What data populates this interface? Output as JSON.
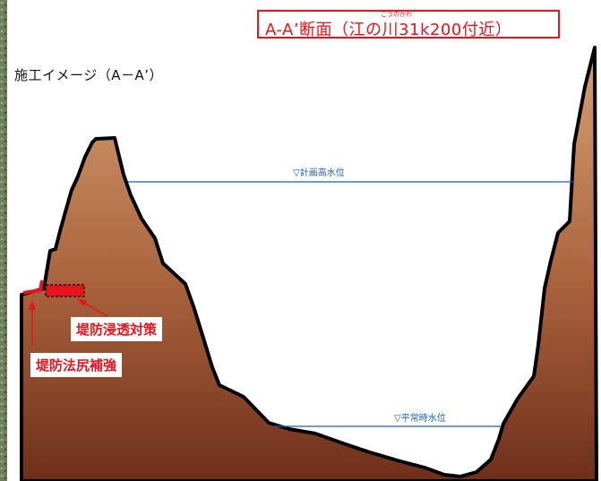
{
  "diagram": {
    "title": "A-A’断面（江の川31k200付近）",
    "title_ruby": "ごうのかわ",
    "subtitle": "施工イメージ（A－A’）",
    "water_levels": {
      "planned_high": "▽計画高水位",
      "normal": "▽平常時水位"
    },
    "callouts": {
      "seepage": "堤防浸透対策",
      "toe": "堤防法尻補強"
    },
    "colors": {
      "accent_red": "#e8141b",
      "water_line": "#1d5fa8",
      "terrain_top": "#d6a171",
      "terrain_bottom": "#6e2f1a",
      "outline": "#000000"
    }
  }
}
